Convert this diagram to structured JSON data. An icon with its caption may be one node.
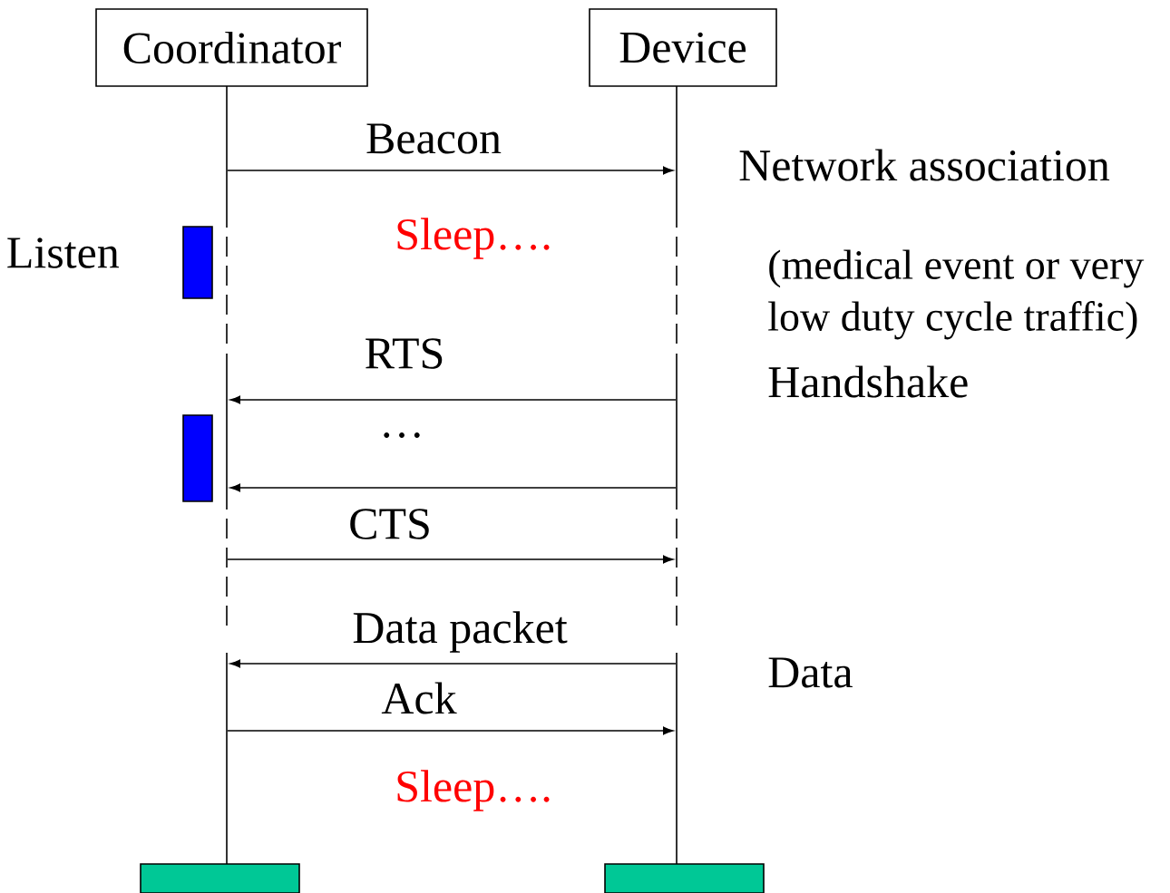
{
  "diagram": {
    "nodes": [
      {
        "text": [
          "Coordinator"
        ]
      },
      {
        "text": [
          "Device"
        ]
      },
      {
        "text": [],
        "shape": "line"
      },
      {
        "text": [],
        "shape": "line"
      },
      {
        "text": [],
        "shape": "bar",
        "beside": [
          "Listen"
        ]
      },
      {
        "text": [],
        "shape": "bar"
      },
      {
        "text": [],
        "shape": "bar"
      },
      {
        "text": [],
        "shape": "bar"
      }
    ],
    "edges": [
      {
        "from": 2,
        "to": 3,
        "label": "Beacon",
        "arrow": "to"
      },
      {
        "from": 3,
        "to": 2,
        "label": "RTS",
        "arrow": "to"
      },
      {
        "from": 3,
        "to": 2,
        "arrow": "to"
      },
      {
        "from": 2,
        "to": 3,
        "label": "CTS",
        "arrow": "to"
      },
      {
        "from": 3,
        "to": 2,
        "label": "Data packet",
        "arrow": "to"
      },
      {
        "from": 2,
        "to": 3,
        "label": "Ack",
        "arrow": "to"
      }
    ],
    "labels": [
      "Network association",
      "Sleep….",
      "(medical event or very low duty cycle traffic)",
      "Handshake",
      "…",
      "Data",
      "Sleep…."
    ]
  }
}
